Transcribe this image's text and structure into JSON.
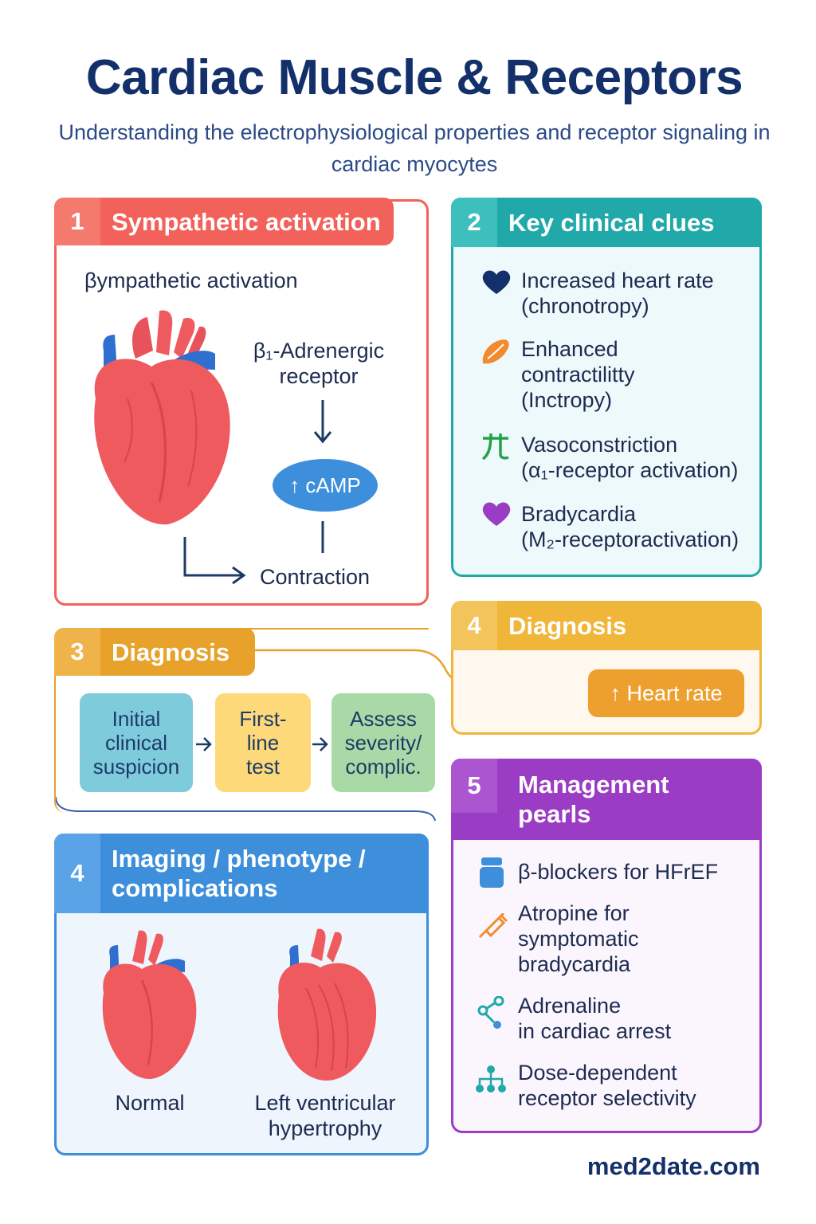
{
  "title": "Cardiac Muscle & Receptors",
  "subtitle": "Understanding the electrophysiological properties and receptor signaling in cardiac myocytes",
  "colors": {
    "red": "#f2615a",
    "teal": "#21a8a8",
    "orange": "#e8a22c",
    "yellow": "#f0b63a",
    "blue": "#3d8fdc",
    "purple": "#9a3dc4",
    "navy": "#13306b",
    "heart": "#ef5a5f",
    "vessel": "#2f6fcf"
  },
  "section1": {
    "number": "1",
    "title": "Sympathetic activation",
    "subtitle": "βympathetic activation",
    "receptor_label": "β₁-Adrenergic\nreceptor",
    "camp_label": "↑ cAMP",
    "contraction_label": "Contraction",
    "icons": [
      "heart-illustration",
      "arrow-down-icon",
      "elbow-arrow-icon"
    ]
  },
  "section2": {
    "number": "2",
    "title": "Key clinical clues",
    "items": [
      {
        "icon": "heart-icon",
        "color": "#13306b",
        "text": "Increased heart rate\n(chronotropy)"
      },
      {
        "icon": "muscle-icon",
        "color": "#f28a2e",
        "text": "Enhanced\ncontractilitty\n(Inctropy)"
      },
      {
        "icon": "vessel-icon",
        "color": "#22a34a",
        "text": "Vasoconstriction\n(α₁-receptor activation)"
      },
      {
        "icon": "heart-icon",
        "color": "#9a3dc4",
        "text": "Bradycardia\n(M₂-receptoractivation)"
      }
    ]
  },
  "section3": {
    "number": "3",
    "title": "Diagnosis",
    "steps": [
      {
        "label": "Initial\nclinical\nsuspicion",
        "color": "#7ecbdc"
      },
      {
        "label": "First-\nline\ntest",
        "color": "#fdd979"
      },
      {
        "label": "Assess\nseverity/\ncomplic.",
        "color": "#a9d9a6"
      }
    ]
  },
  "section4a": {
    "number": "4",
    "title": "Diagnosis",
    "result": "↑ Heart rate"
  },
  "section4b": {
    "number": "4",
    "title": "Imaging / phenotype /\ncomplications",
    "labels": [
      "Normal",
      "Left ventricular\nhypertrophy"
    ]
  },
  "section5": {
    "number": "5",
    "title": "Management\npearls",
    "items": [
      {
        "icon": "pill-bottle-icon",
        "color": "#3d8fdc",
        "text": "β-blockers for HFrEF"
      },
      {
        "icon": "syringe-icon",
        "color": "#f28a2e",
        "text": "Atropine for\nsymptomatic\nbradycardia"
      },
      {
        "icon": "molecule-icon",
        "color": "#21a8a8",
        "text": "Adrenaline\nin cardiac arrest"
      },
      {
        "icon": "hierarchy-icon",
        "color": "#21a8a8",
        "text": "Dose-dependent\nreceptor selectivity"
      }
    ]
  },
  "footer": "med2date.com"
}
